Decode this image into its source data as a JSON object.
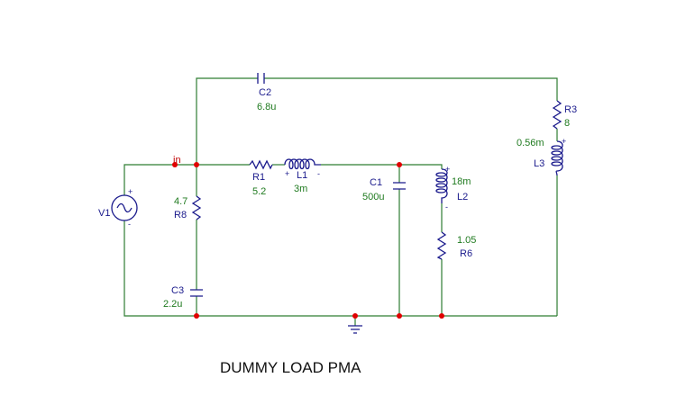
{
  "title": "DUMMY LOAD PMA",
  "net_label": "in",
  "source": {
    "ref": "V1",
    "plus": "+",
    "minus": "-"
  },
  "components": {
    "C2": {
      "ref": "C2",
      "value": "6.8u"
    },
    "R3": {
      "ref": "R3",
      "value": "8"
    },
    "L3": {
      "ref": "L3",
      "value": "0.56m"
    },
    "R1": {
      "ref": "R1",
      "value": "5.2"
    },
    "L1": {
      "ref": "L1",
      "value": "3m"
    },
    "C1": {
      "ref": "C1",
      "value": "500u"
    },
    "L2": {
      "ref": "L2",
      "value": "18m"
    },
    "R6": {
      "ref": "R6",
      "value": "1.05"
    },
    "R8": {
      "ref": "R8",
      "value": "4.7"
    },
    "C3": {
      "ref": "C3",
      "value": "2.2u"
    }
  },
  "polarity": {
    "plus": "+",
    "minus": "-"
  },
  "colors": {
    "wire": "#2e7d32",
    "component": "#1a1a8c",
    "node": "#e00000",
    "value_text": "#1f7a1f"
  }
}
